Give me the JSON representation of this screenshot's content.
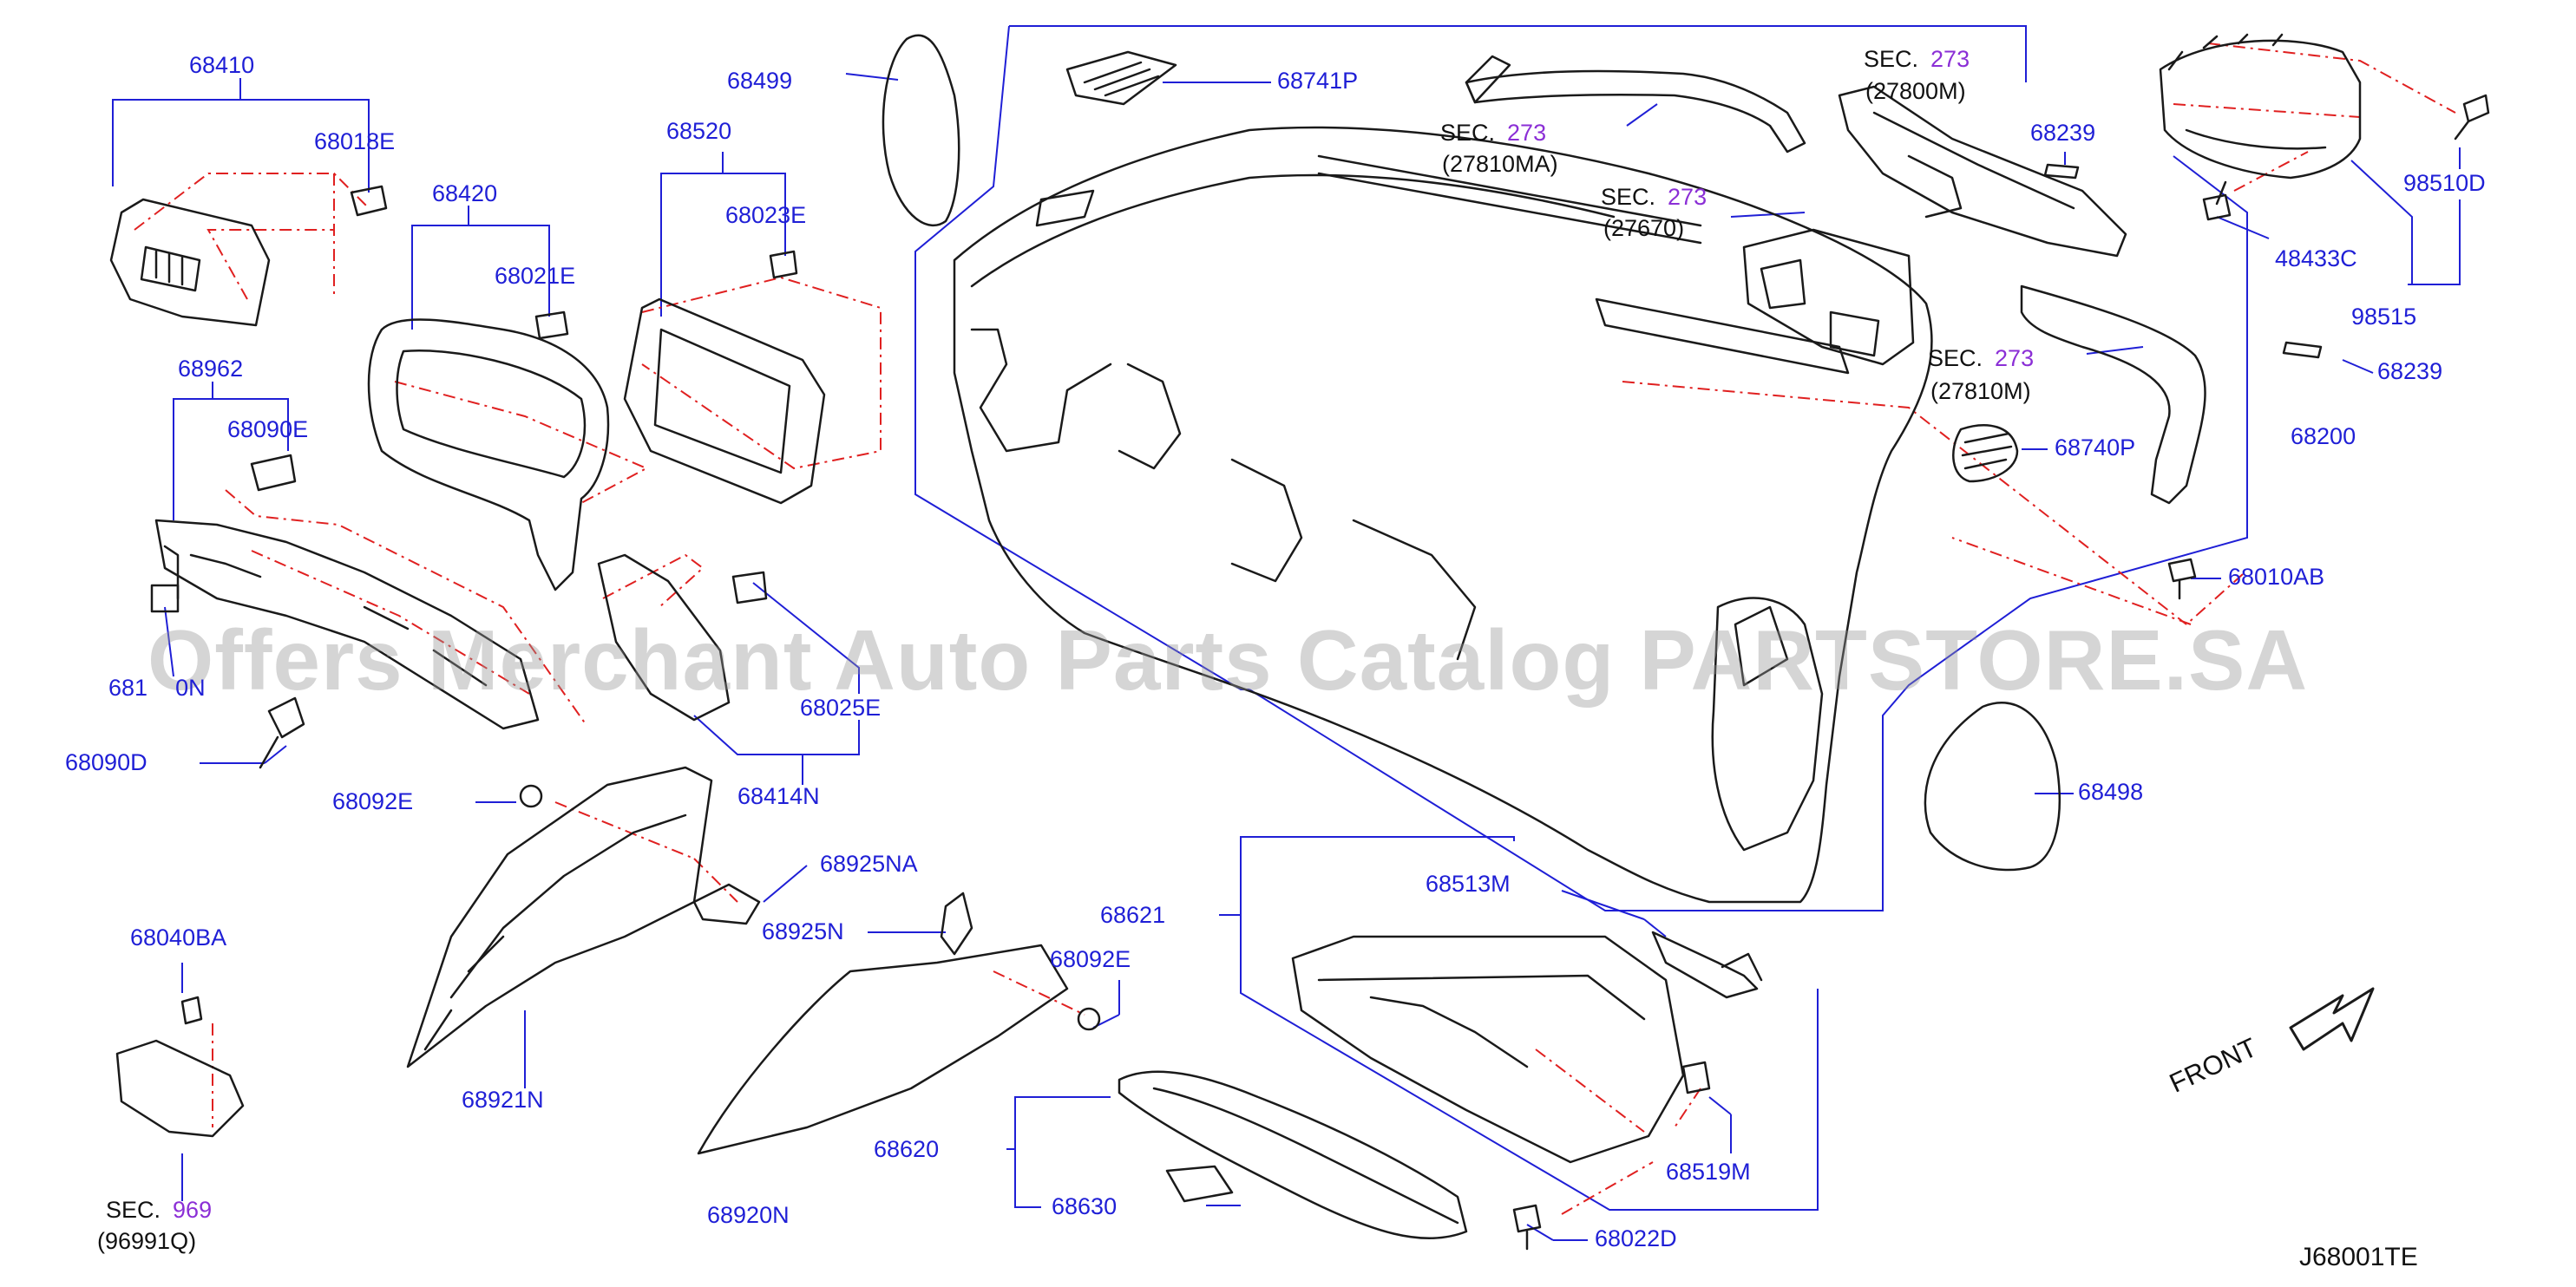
{
  "colors": {
    "part_label": "#1f1fd6",
    "section_number": "#8b2fd6",
    "leader_line": "#1f1fd6",
    "dash_line": "#e02020",
    "drawing": "#1a1a1a",
    "watermark": "#969696"
  },
  "watermark": "Offers Merchant Auto Parts Catalog PARTSTORE.SA",
  "diagram_code": "J68001TE",
  "front_label": "FRONT",
  "labels": {
    "p68410": "68410",
    "p68018E": "68018E",
    "p68499": "68499",
    "p68741P": "68741P",
    "p68520": "68520",
    "p68023E": "68023E",
    "p68420": "68420",
    "p68021E": "68021E",
    "p68962": "68962",
    "p68090E": "68090E",
    "p681x0N": "681",
    "p681x0N_tail": "0N",
    "p68090D": "68090D",
    "p68025E": "68025E",
    "p68414N": "68414N",
    "p68092E_a": "68092E",
    "p68925NA": "68925NA",
    "p68925N": "68925N",
    "p68040BA": "68040BA",
    "p68921N": "68921N",
    "p68621": "68621",
    "p68092E_b": "68092E",
    "p68920N": "68920N",
    "p68620": "68620",
    "p68630": "68630",
    "p68513M": "68513M",
    "p68519M": "68519M",
    "p68022D": "68022D",
    "p68239_a": "68239",
    "p68239_b": "68239",
    "p98510D": "98510D",
    "p48433C": "48433C",
    "p98515": "98515",
    "p68200": "68200",
    "p68740P": "68740P",
    "p68010AB": "68010AB",
    "p68498": "68498"
  },
  "sections": [
    {
      "prefix": "SEC.",
      "number": "273",
      "sub": "(27810MA)"
    },
    {
      "prefix": "SEC.",
      "number": "273",
      "sub": "(27800M)"
    },
    {
      "prefix": "SEC.",
      "number": "273",
      "sub": "(27670)"
    },
    {
      "prefix": "SEC.",
      "number": "273",
      "sub": "(27810M)"
    },
    {
      "prefix": "SEC.",
      "number": "969",
      "sub": "(96991Q)"
    }
  ]
}
